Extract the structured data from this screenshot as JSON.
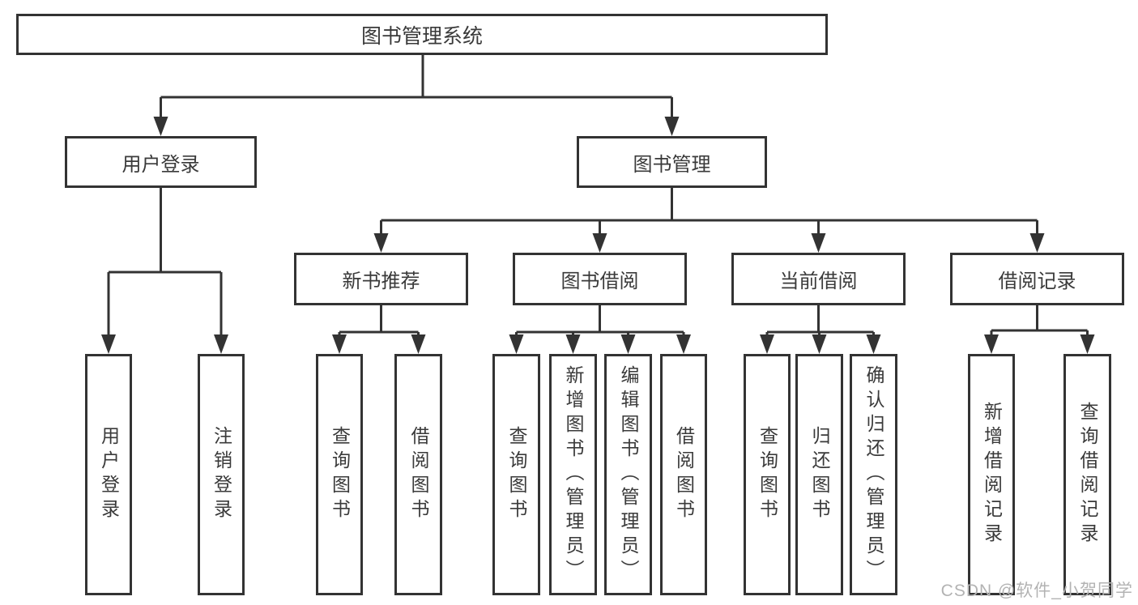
{
  "diagram": {
    "root": {
      "label": "图书管理系统",
      "children": [
        {
          "label": "用户登录",
          "children": [
            {
              "label": "用户登录"
            },
            {
              "label": "注销登录"
            }
          ]
        },
        {
          "label": "图书管理",
          "children": [
            {
              "label": "新书推荐",
              "children": [
                {
                  "label": "查询图书"
                },
                {
                  "label": "借阅图书"
                }
              ]
            },
            {
              "label": "图书借阅",
              "children": [
                {
                  "label": "查询图书"
                },
                {
                  "label": "新增图书（管理员）"
                },
                {
                  "label": "编辑图书（管理员）"
                },
                {
                  "label": "借阅图书"
                }
              ]
            },
            {
              "label": "当前借阅",
              "children": [
                {
                  "label": "查询图书"
                },
                {
                  "label": "归还图书"
                },
                {
                  "label": "确认归还（管理员）"
                }
              ]
            },
            {
              "label": "借阅记录",
              "children": [
                {
                  "label": "新增借阅记录"
                },
                {
                  "label": "查询借阅记录"
                }
              ]
            }
          ]
        }
      ]
    }
  },
  "watermark": {
    "text": "CSDN @软件_小贺同学"
  },
  "colors": {
    "line": "#333333",
    "text": "#3a3a3a",
    "watermark": "#b3b3b3",
    "background": "#ffffff"
  }
}
